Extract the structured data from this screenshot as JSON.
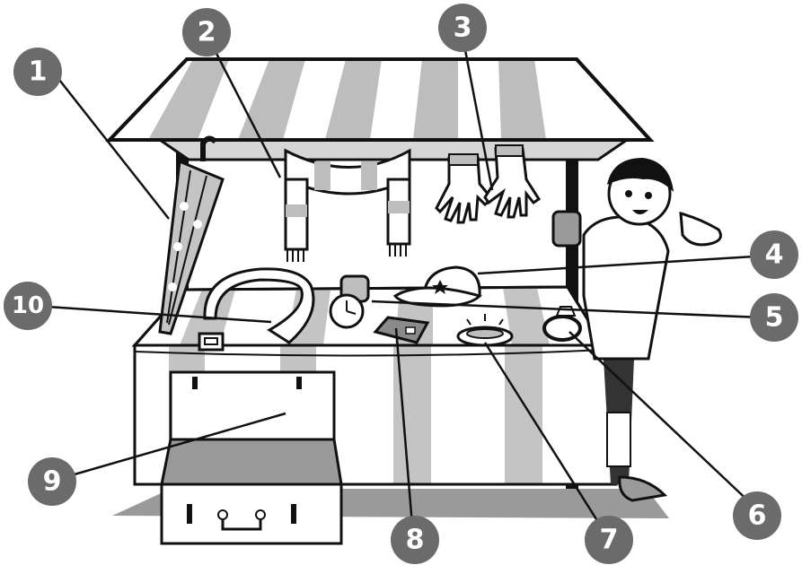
{
  "colors": {
    "badge": "#6b6b6b",
    "stripe": "#bdbdbd",
    "outline": "#111111",
    "shadow": "#8f8f8f"
  },
  "labels": {
    "n1": "1",
    "n2": "2",
    "n3": "3",
    "n4": "4",
    "n5": "5",
    "n6": "6",
    "n7": "7",
    "n8": "8",
    "n9": "9",
    "n10": "10"
  },
  "items": {
    "n1": "umbrella-icon",
    "n2": "scarf-icon",
    "n3": "gloves-icon",
    "n4": "cap-icon",
    "n5": "watch-icon",
    "n6": "ring-icon",
    "n7": "bracelet-icon",
    "n8": "wallet-icon",
    "n9": "suitcase-icon",
    "n10": "belt-icon"
  }
}
